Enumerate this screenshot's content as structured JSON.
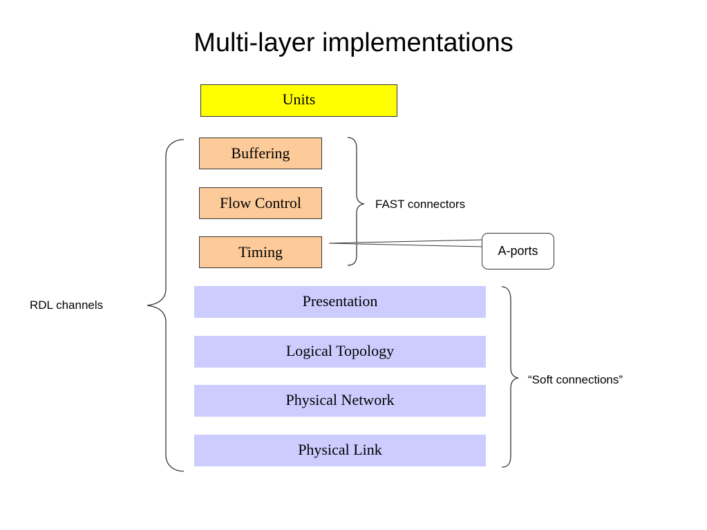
{
  "title": "Multi-layer implementations",
  "colors": {
    "units_fill": "#ffff00",
    "fast_fill": "#fdcb99",
    "soft_fill": "#ccccff",
    "stroke": "#333333"
  },
  "units": {
    "label": "Units"
  },
  "fast_layers": [
    {
      "label": "Buffering"
    },
    {
      "label": "Flow Control"
    },
    {
      "label": "Timing"
    }
  ],
  "soft_layers": [
    {
      "label": "Presentation"
    },
    {
      "label": "Logical Topology"
    },
    {
      "label": "Physical Network"
    },
    {
      "label": "Physical Link"
    }
  ],
  "labels": {
    "fast_connectors": "FAST connectors",
    "rdl_channels": "RDL channels",
    "soft_connections": "“Soft connections”",
    "a_ports": "A-ports"
  }
}
